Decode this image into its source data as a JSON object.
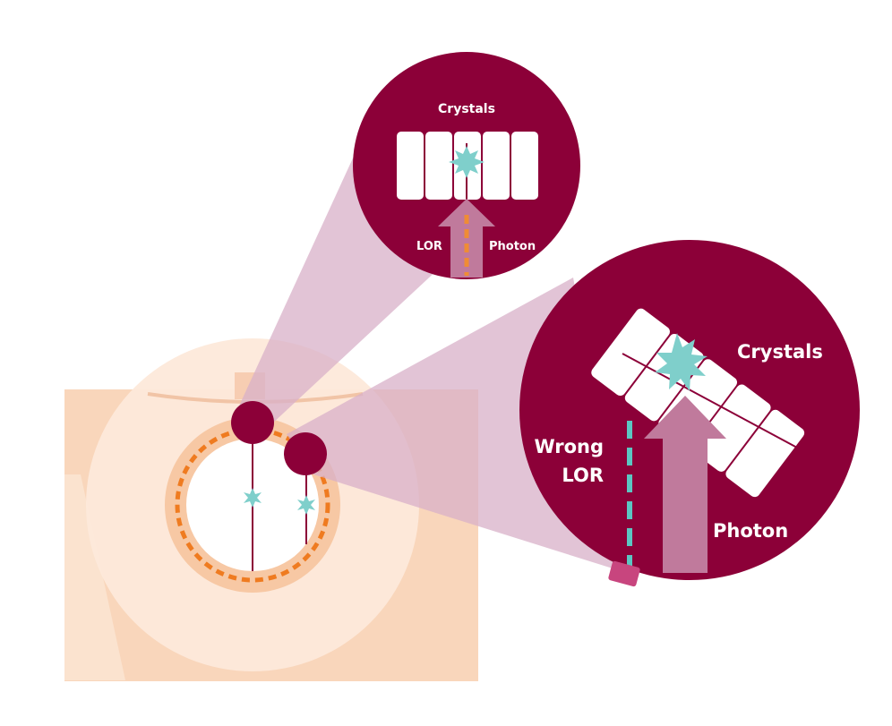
{
  "top_inset": {
    "crystals_label": "Crystals",
    "lor_label": "LOR",
    "photon_label": "Photon"
  },
  "right_inset": {
    "crystals_label": "Crystals",
    "wrong_lor_label_line1": "Wrong",
    "wrong_lor_label_line2": "LOR",
    "photon_label": "Photon"
  },
  "colors": {
    "inset_circle": "#8c0038",
    "magnify_cone": "#dcb4cc",
    "scanner_body": "#f9d9c0",
    "scanner_ring": "#fce8d8",
    "bore_ring": "#fbd9b9",
    "dashed_ring": "#ef7b20",
    "photon_arrow": "#c07a9c",
    "lor_dash_orange": "#ef8c34",
    "wrong_lor_teal": "#5cc6c2",
    "flash": "#7fcfcb",
    "crystal_fill": "#ffffff"
  }
}
